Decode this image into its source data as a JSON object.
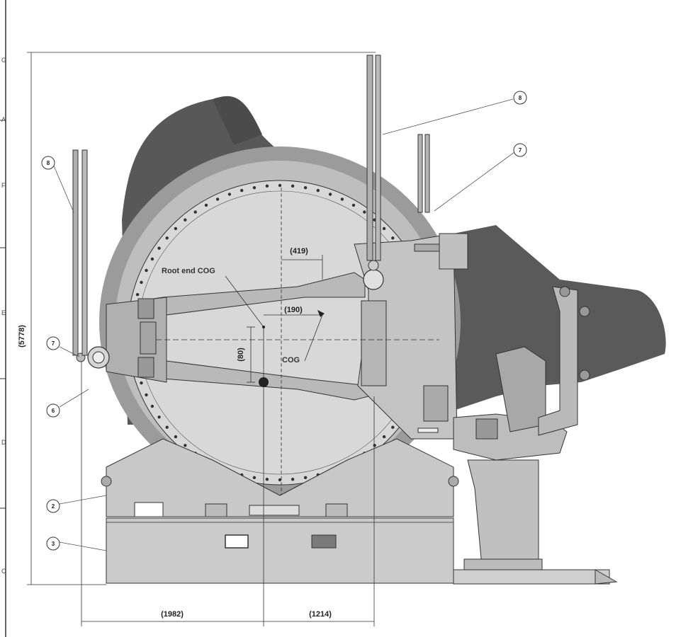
{
  "dimensions": {
    "overall_height": "(5778)",
    "top_offset": "(419)",
    "cog_offset": "(190)",
    "cog_vertical": "(80)",
    "base_left": "(1982)",
    "base_right": "(1214)"
  },
  "labels": {
    "root_end_cog": "Root end COG",
    "cog": "COG"
  },
  "callouts": {
    "item_8_right": "8",
    "item_7_right": "7",
    "item_8_left": "8",
    "item_7_left": "7",
    "item_6": "6",
    "item_2": "2",
    "item_3": "3"
  },
  "frame_marks": [
    "G",
    "A",
    "F",
    "E",
    "D",
    "C"
  ],
  "colors": {
    "blade_dark": "#585858",
    "flange_mid": "#9b9b9b",
    "disc_light": "#d8d8d8",
    "frame_light": "#c8c8c8",
    "line": "#3a3a3a"
  }
}
